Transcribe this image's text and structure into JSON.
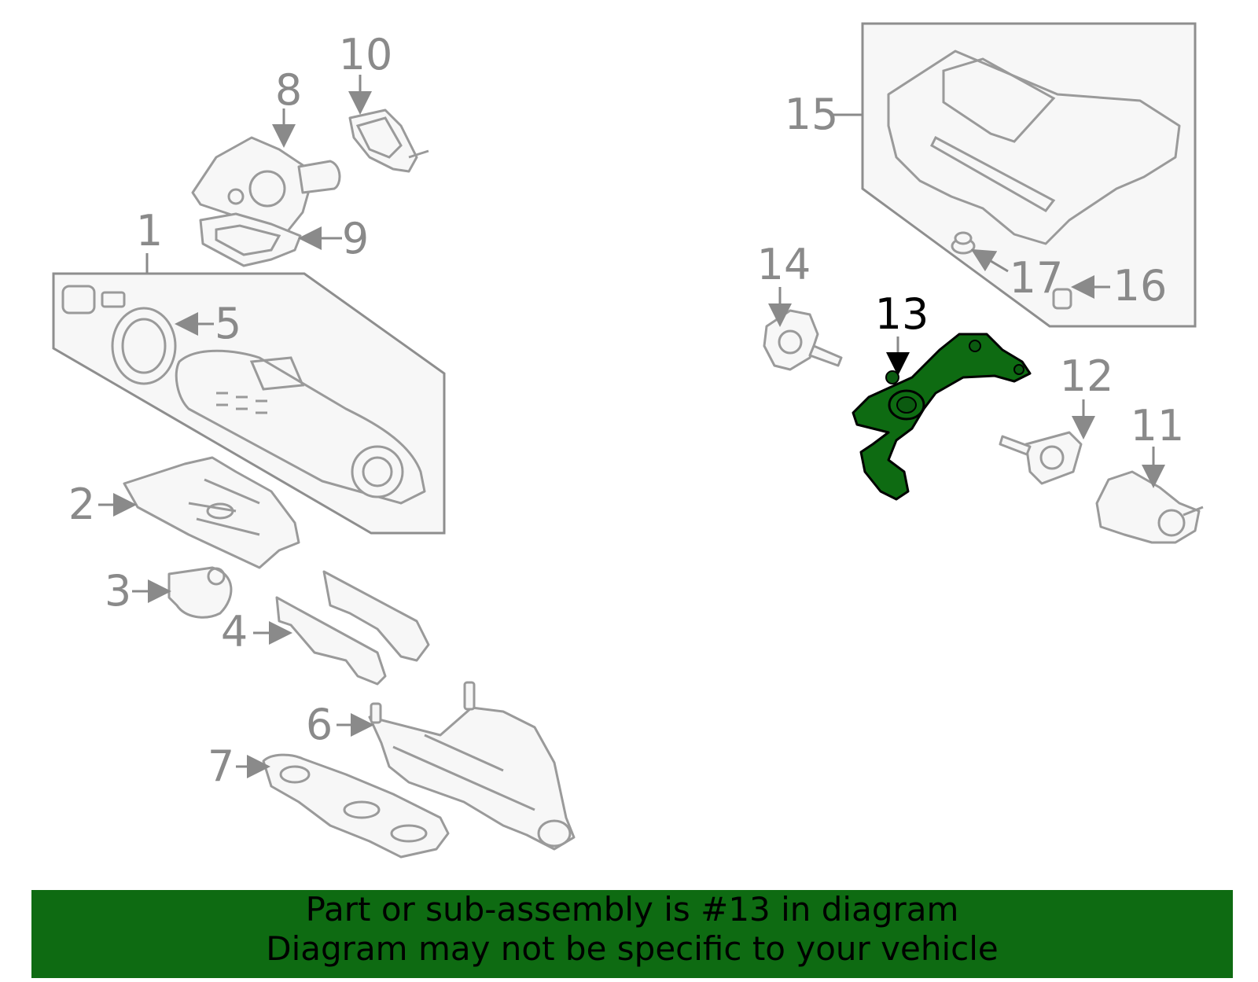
{
  "callouts": {
    "c1": "1",
    "c2": "2",
    "c3": "3",
    "c4": "4",
    "c5": "5",
    "c6": "6",
    "c7": "7",
    "c8": "8",
    "c9": "9",
    "c10": "10",
    "c11": "11",
    "c12": "12",
    "c13": "13",
    "c14": "14",
    "c15": "15",
    "c16": "16",
    "c17": "17"
  },
  "highlight": {
    "part": "13",
    "color": "#0e6b12"
  },
  "banner": {
    "line1": "Part or sub-assembly is #13 in diagram",
    "line2": "Diagram may not be specific to your vehicle",
    "color": "#0e6b12"
  }
}
